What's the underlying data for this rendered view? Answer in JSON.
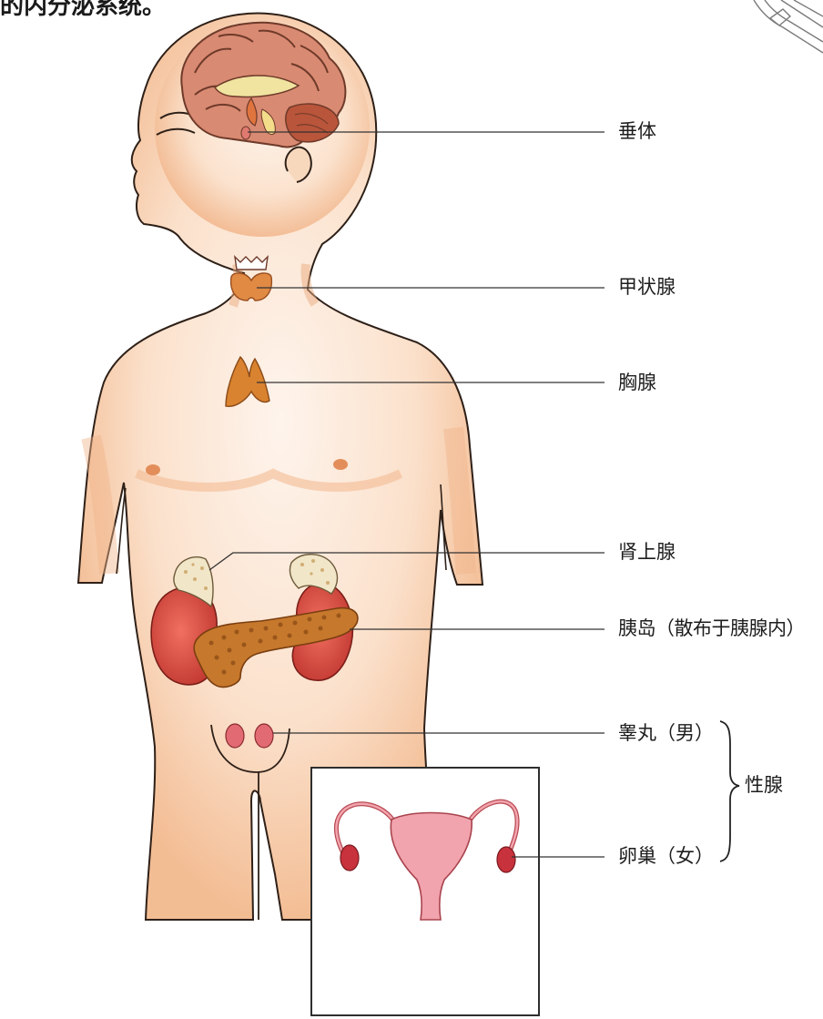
{
  "top_caption": "的内分泌系统。",
  "labels": {
    "pituitary": "垂体",
    "thyroid": "甲状腺",
    "thymus": "胸腺",
    "adrenal": "肾上腺",
    "islets": "胰岛（散布于胰腺内）",
    "testis": "睾丸（男）",
    "ovary": "卵巢（女）",
    "gonads": "性腺"
  },
  "colors": {
    "skin": "#f6c7a0",
    "skin_light": "#fdf0e6",
    "outline": "#3a2a20",
    "brain": "#d98a72",
    "kidney": "#d8483f",
    "pancreas": "#c6782c",
    "adrenal": "#f1e6c8",
    "thymus": "#d9822f",
    "thyroid": "#e08a44",
    "uterus": "#f2a4ae",
    "ovary": "#c8323c",
    "testis": "#e26a72"
  },
  "icons": [
    "stamp-watermark"
  ]
}
